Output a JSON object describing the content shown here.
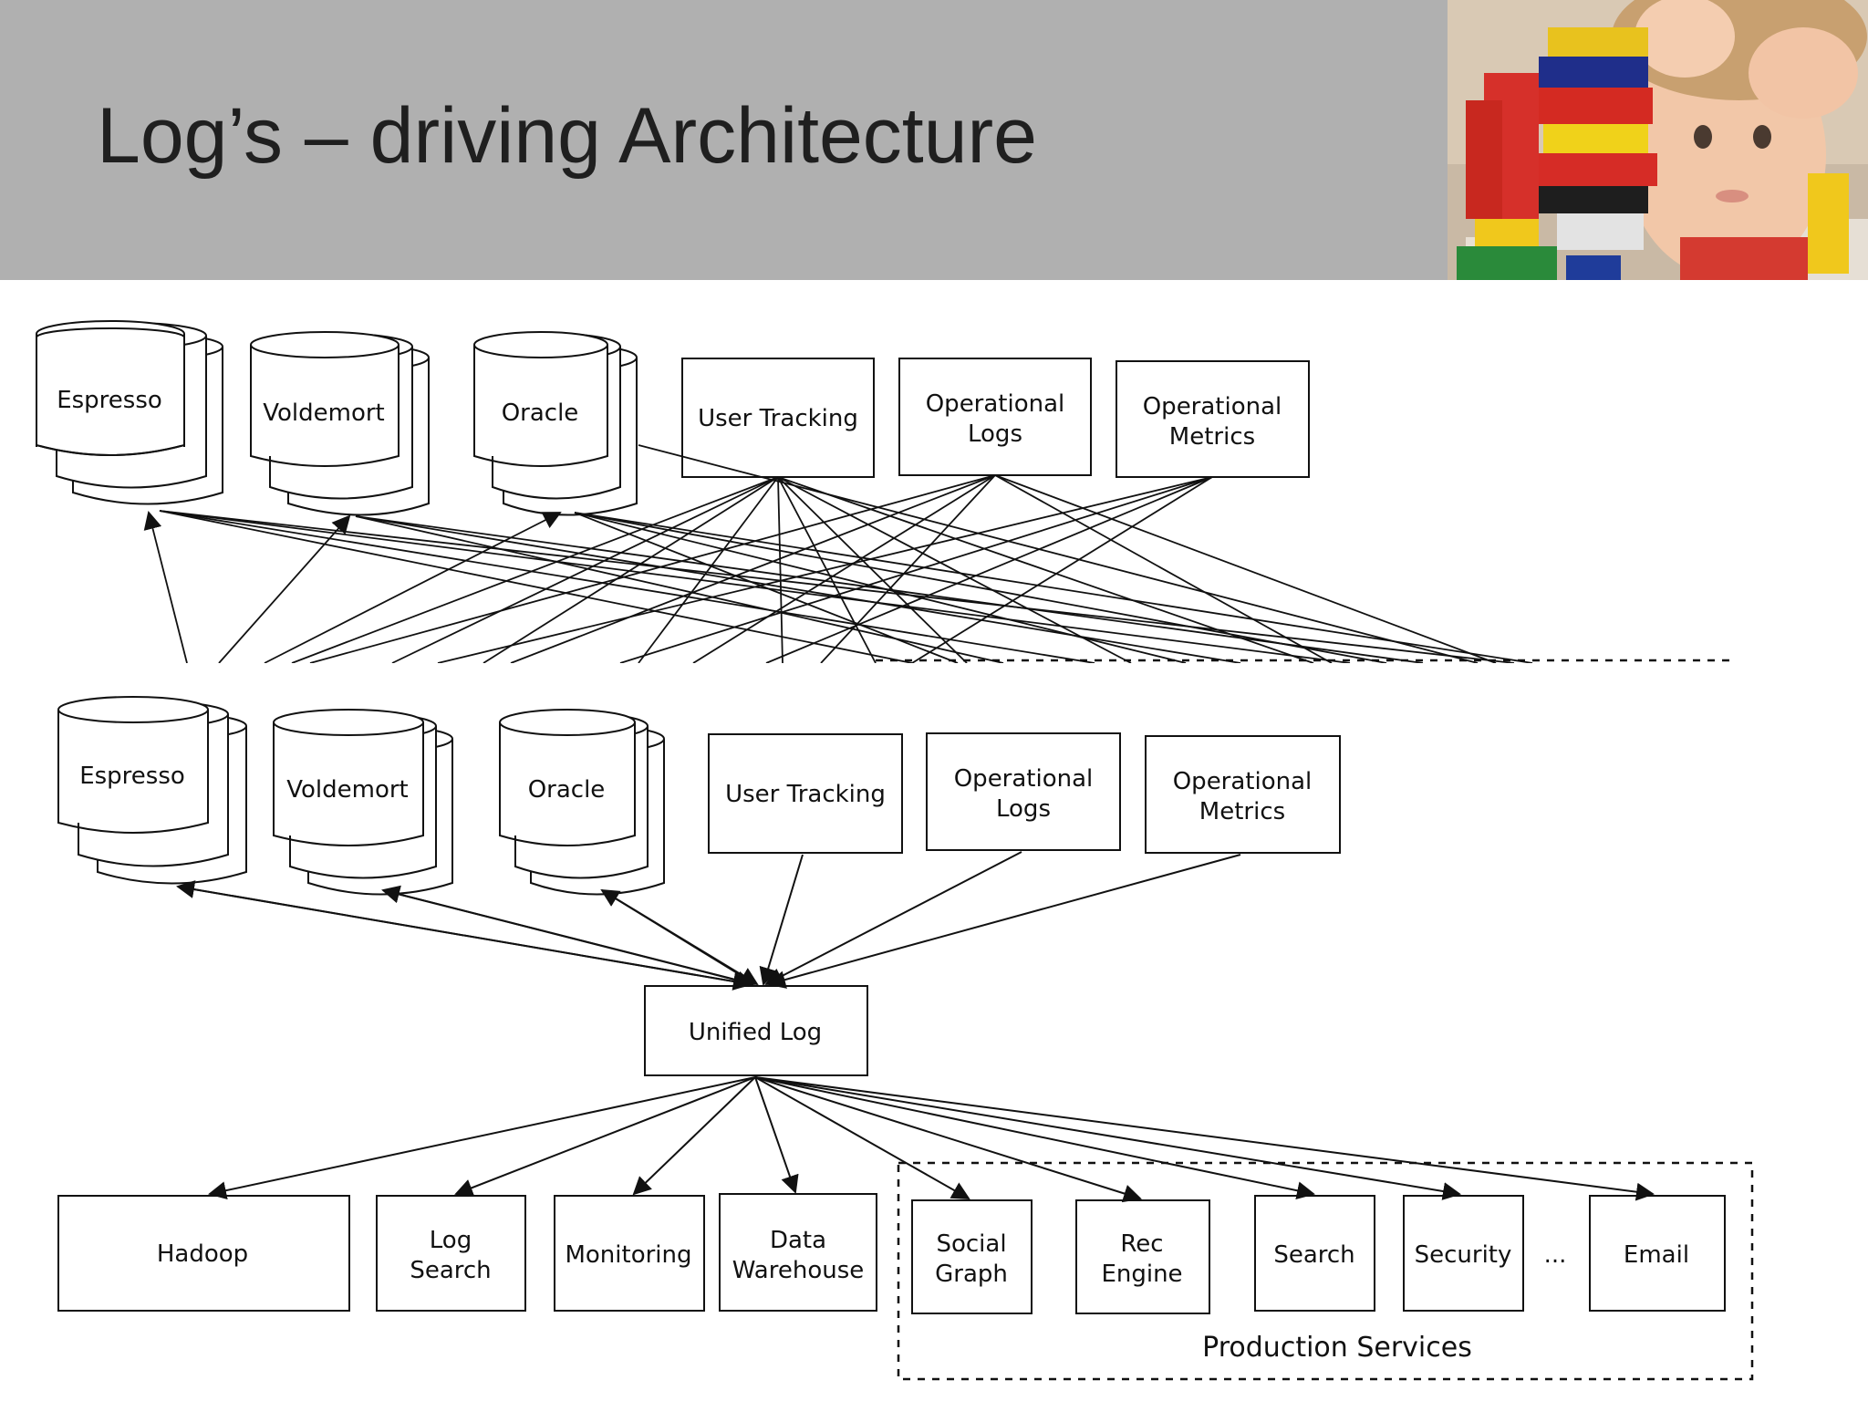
{
  "slide": {
    "title": "Log’s – driving Architecture"
  },
  "photo": {
    "subject": "child-building-lego-tower"
  },
  "diagram_top": {
    "databases": {
      "espresso": "Espresso",
      "voldemort": "Voldemort",
      "oracle": "Oracle"
    },
    "sources": {
      "user_tracking": "User Tracking",
      "operational_logs": [
        "Operational",
        "Logs"
      ],
      "operational_metrics": [
        "Operational",
        "Metrics"
      ]
    }
  },
  "diagram_bottom": {
    "databases": {
      "espresso": "Espresso",
      "voldemort": "Voldemort",
      "oracle": "Oracle"
    },
    "sources": {
      "user_tracking": "User Tracking",
      "operational_logs": [
        "Operational",
        "Logs"
      ],
      "operational_metrics": [
        "Operational",
        "Metrics"
      ]
    },
    "hub": "Unified Log",
    "consumers": {
      "hadoop": "Hadoop",
      "log_search": [
        "Log",
        "Search"
      ],
      "monitoring": "Monitoring",
      "data_warehouse": [
        "Data",
        "Warehouse"
      ],
      "social_graph": [
        "Social",
        "Graph"
      ],
      "rec_engine": [
        "Rec",
        "Engine"
      ],
      "search": "Search",
      "security": "Security",
      "ellipsis": "...",
      "email": "Email"
    },
    "group_label": "Production Services"
  },
  "colors": {
    "header": "#b0b0b0",
    "stroke": "#111111"
  }
}
